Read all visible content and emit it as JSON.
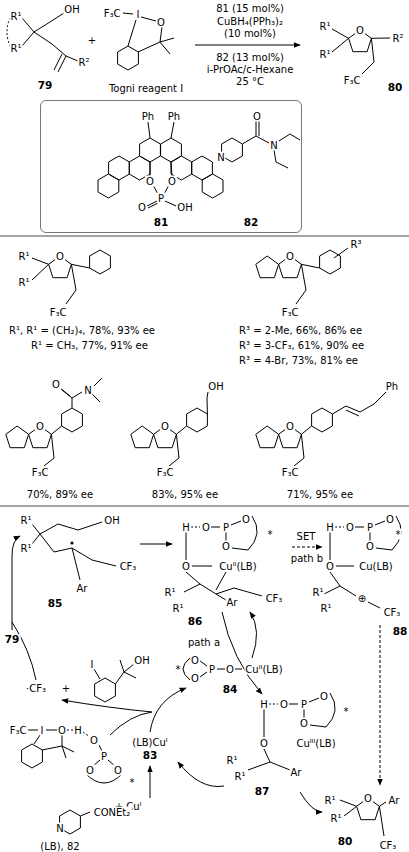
{
  "diagram": {
    "nodes": [
      {
        "text": [
          "81",
          "82"
        ]
      }
    ],
    "labels": [
      "R¹",
      "R¹",
      "OH",
      "R²",
      "79",
      "+",
      "F₃C",
      "I",
      "O",
      "Togni reagent I",
      "81 (15 mol%)",
      "CuBH₄(PPh₃)₂",
      "(10 mol%)",
      "82 (13 mol%)",
      "i-PrOAc/c-Hexane",
      "25 °C",
      "R¹",
      "R¹",
      "O",
      "R²",
      "F₃C",
      "80",
      "Ph",
      "Ph",
      "O",
      "O",
      "P",
      "O",
      "OH",
      "O",
      "N",
      "N",
      "R¹",
      "R¹",
      "O",
      "F₃C",
      "R¹, R¹ = (CH₂)₄, 78%, 93% ee",
      "R¹ = CH₃, 77%, 91% ee",
      "O",
      "R³",
      "F₃C",
      "R³ = 2-Me, 66%, 86% ee",
      "R³ = 3-CF₃, 61%, 90% ee",
      "R³ = 4-Br, 73%, 81% ee",
      "O",
      "N",
      "O",
      "F₃C",
      "70%, 89% ee",
      "OH",
      "O",
      "F₃C",
      "83%, 95% ee",
      "Ph",
      "O",
      "F₃C",
      "71%, 95% ee",
      "79",
      "R¹",
      "R¹",
      "OH",
      "Ar",
      "CF₃",
      "85",
      "H",
      "O",
      "P",
      "O",
      "O",
      "*",
      "O",
      "Cuᴵᴵ(LB)",
      "R¹",
      "R¹",
      "Ar",
      "CF₃",
      "86",
      "SET",
      "path b",
      "H",
      "O",
      "P",
      "O",
      "O",
      "*",
      "O",
      "Cu(LB)",
      "R¹",
      "R¹",
      "⊕",
      "CF₃",
      "88",
      "path a",
      "*",
      "O",
      "O",
      "P",
      "O",
      "Cuᴵᴵ(LB)",
      "84",
      "·CF₃",
      "+",
      "I",
      "OH",
      "(LB)Cuᴵ",
      "83",
      "H",
      "O",
      "P",
      "O",
      "O",
      "*",
      "O",
      "Cuᴵᴵᴵ(LB)",
      "R¹",
      "R¹",
      "Ar",
      "87",
      "R¹",
      "R¹",
      "O",
      "Ar",
      "CF₃",
      "80",
      "F₃C",
      "I",
      "O",
      "H",
      "O",
      "P",
      "O",
      "O",
      "*",
      "+ Cuᴵ",
      "N",
      "CONEt₂",
      "(LB), 82"
    ]
  }
}
